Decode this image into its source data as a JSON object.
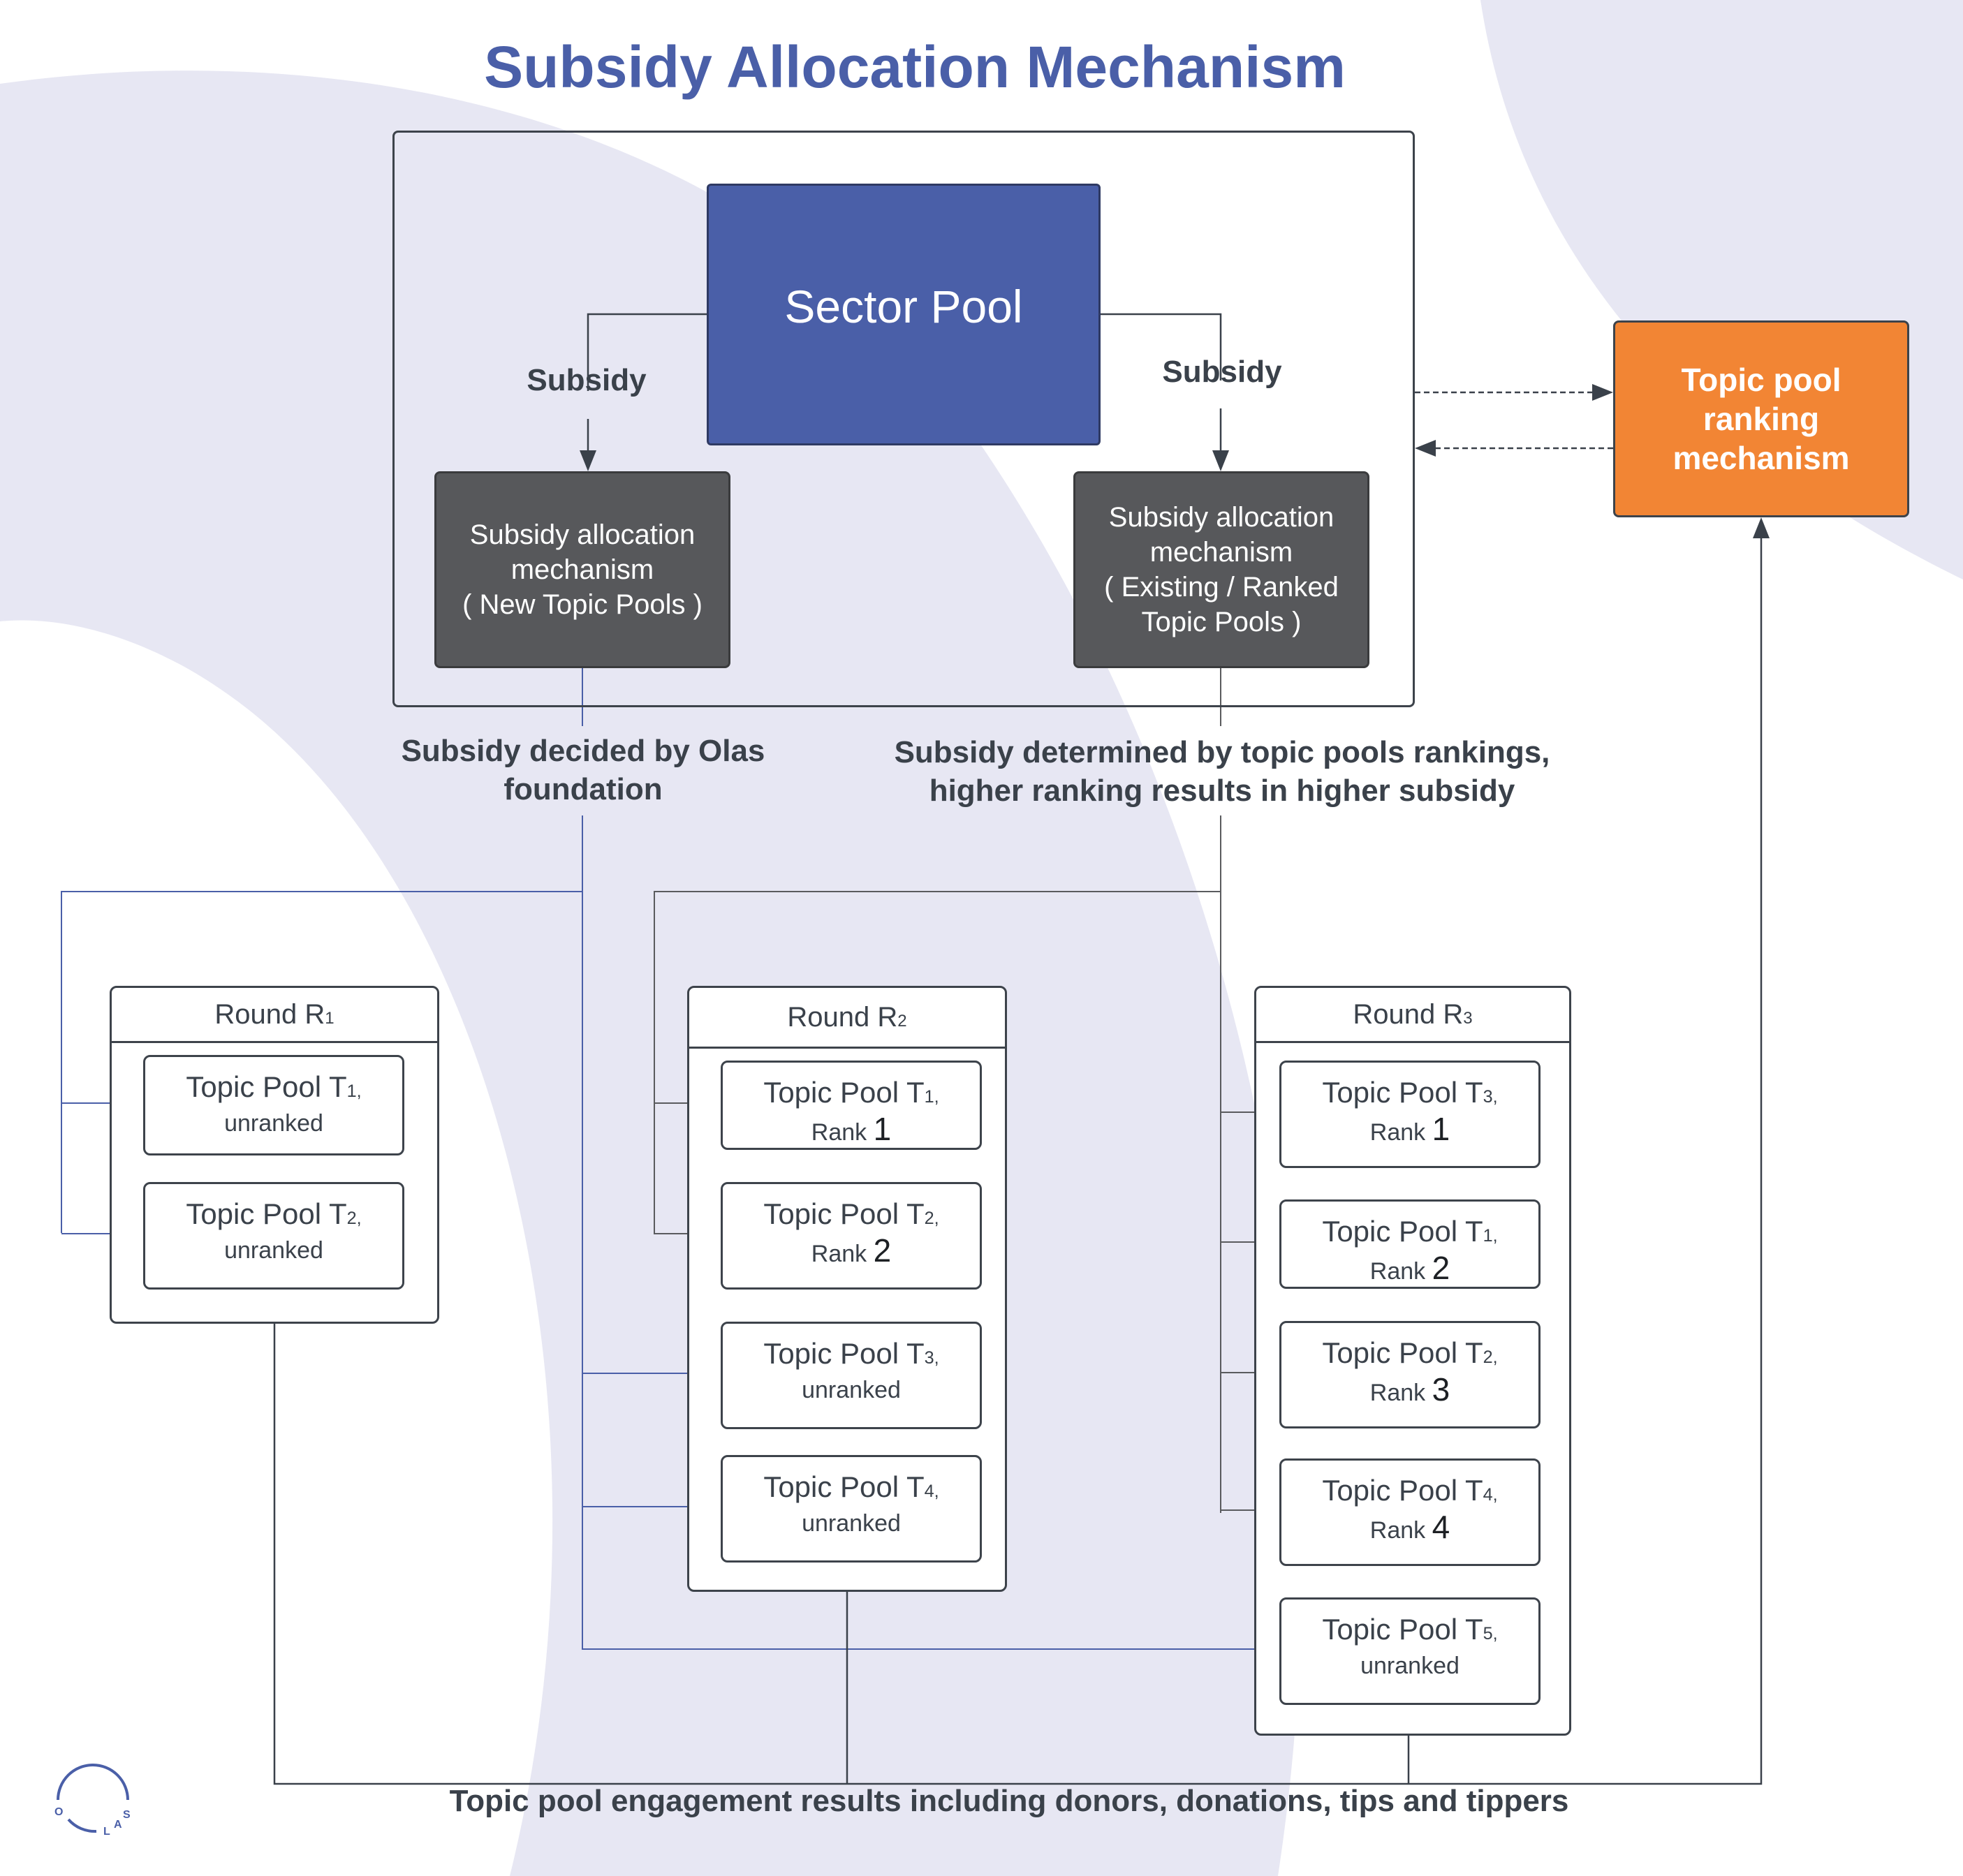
{
  "title": "Subsidy Allocation Mechanism",
  "colors": {
    "title": "#4a5fa8",
    "sector_pool": "#4a5fa8",
    "mechanism_box": "#57585b",
    "ranking_box": "#f28534",
    "blue_connector": "#4a5fa8",
    "gray_connector": "#5a5b5e",
    "background_shape": "#e7e7f3",
    "text": "#3a414a"
  },
  "sector_pool": {
    "label": "Sector Pool"
  },
  "edge_labels": {
    "left": "Subsidy",
    "right": "Subsidy"
  },
  "mechanisms": {
    "new": {
      "lines": [
        "Subsidy allocation",
        "mechanism",
        "( New Topic Pools )"
      ]
    },
    "ranked": {
      "lines": [
        "Subsidy allocation",
        "mechanism",
        "( Existing / Ranked",
        "Topic Pools )"
      ]
    }
  },
  "ranking_mechanism": {
    "lines": [
      "Topic pool",
      "ranking",
      "mechanism"
    ]
  },
  "notes": {
    "left": [
      "Subsidy decided by Olas",
      "foundation"
    ],
    "right": [
      "Subsidy determined by topic pools rankings,",
      "higher ranking results in higher subsidy"
    ]
  },
  "rounds": [
    {
      "label": "Round R",
      "sub": "1",
      "pools": [
        {
          "name": "Topic Pool T",
          "sub": "1,",
          "status": "unranked",
          "rank": null,
          "source": "new"
        },
        {
          "name": "Topic Pool T",
          "sub": "2,",
          "status": "unranked",
          "rank": null,
          "source": "new"
        }
      ]
    },
    {
      "label": "Round R",
      "sub": "2",
      "pools": [
        {
          "name": "Topic Pool T",
          "sub": "1,",
          "status": "Rank",
          "rank": "1",
          "source": "ranked"
        },
        {
          "name": "Topic Pool T",
          "sub": "2,",
          "status": "Rank",
          "rank": "2",
          "source": "ranked"
        },
        {
          "name": "Topic Pool T",
          "sub": "3,",
          "status": "unranked",
          "rank": null,
          "source": "new"
        },
        {
          "name": "Topic Pool T",
          "sub": "4,",
          "status": "unranked",
          "rank": null,
          "source": "new"
        }
      ]
    },
    {
      "label": "Round R",
      "sub": "3",
      "pools": [
        {
          "name": "Topic Pool T",
          "sub": "3,",
          "status": "Rank",
          "rank": "1",
          "source": "ranked"
        },
        {
          "name": "Topic Pool T",
          "sub": "1,",
          "status": "Rank",
          "rank": "2",
          "source": "ranked"
        },
        {
          "name": "Topic Pool T",
          "sub": "2,",
          "status": "Rank",
          "rank": "3",
          "source": "ranked"
        },
        {
          "name": "Topic Pool T",
          "sub": "4,",
          "status": "Rank",
          "rank": "4",
          "source": "ranked"
        },
        {
          "name": "Topic Pool T",
          "sub": "5,",
          "status": "unranked",
          "rank": null,
          "source": "new"
        }
      ]
    }
  ],
  "footer": "Topic pool engagement results including donors, donations, tips and tippers",
  "logo": {
    "icon": "olas-logo-icon",
    "letters": [
      "O",
      "L",
      "A",
      "S"
    ]
  }
}
